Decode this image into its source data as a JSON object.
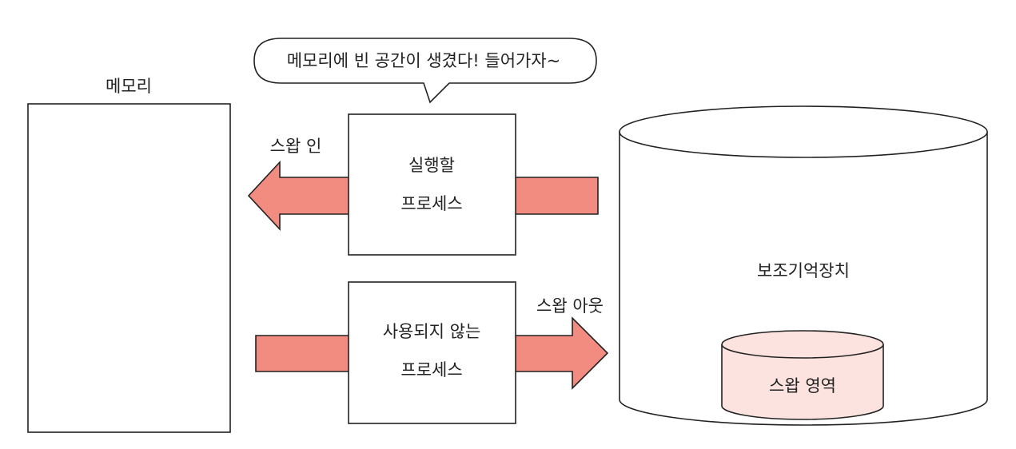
{
  "speech_bubble": {
    "text": "메모리에 빈 공간이 생겼다! 들어가자~"
  },
  "memory": {
    "label": "메모리"
  },
  "storage": {
    "label": "보조기억장치"
  },
  "swap_area": {
    "label": "스왑 영역"
  },
  "process_in": {
    "line1": "실행할",
    "line2": "프로세스"
  },
  "process_out": {
    "line1": "사용되지 않는",
    "line2": "프로세스"
  },
  "swap_in": {
    "label": "스왑 인"
  },
  "swap_out": {
    "label": "스왑 아웃"
  },
  "colors": {
    "arrow_fill": "#f28b80",
    "swap_area_fill": "#fde3df",
    "stroke": "#222222"
  }
}
